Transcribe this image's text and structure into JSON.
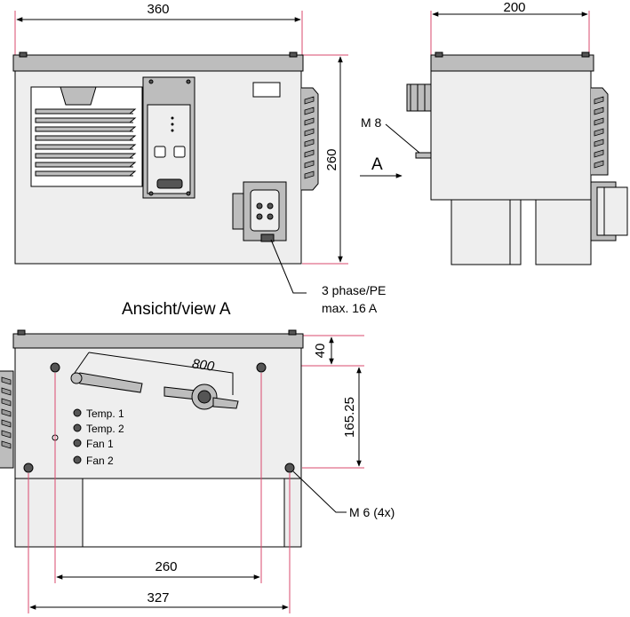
{
  "dimensions": {
    "front_width": "360",
    "front_height": "260",
    "side_width": "200",
    "bottom_hole_spacing": "260",
    "bottom_width": "327",
    "bottom_depth": "165.25",
    "bottom_offset": "40",
    "cable_length": "800"
  },
  "labels": {
    "m8": "M 8",
    "view_arrow": "A",
    "connector_line1": "3 phase/PE",
    "connector_line2": "max. 16 A",
    "view_title": "Ansicht/view A",
    "m6": "M 6 (4x)"
  },
  "ports": [
    {
      "label": "Temp. 1"
    },
    {
      "label": "Temp. 2"
    },
    {
      "label": "Fan 1"
    },
    {
      "label": "Fan 2"
    }
  ]
}
